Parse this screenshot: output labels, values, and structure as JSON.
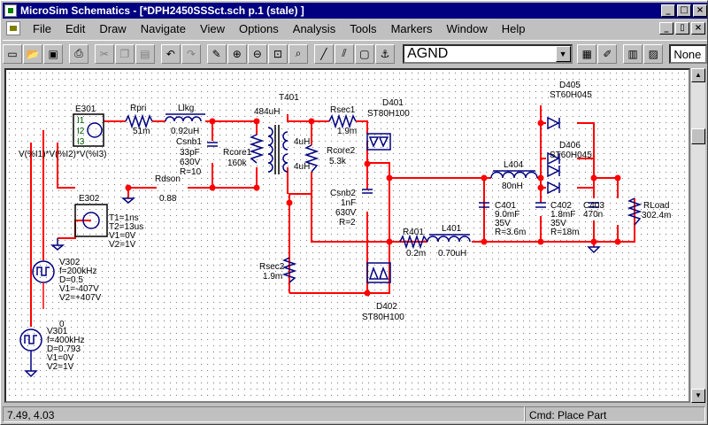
{
  "window": {
    "title": "MicroSim Schematics - [*DPH2450SSSct.sch  p.1 (stale)  ]",
    "title_buttons": [
      "_",
      "□",
      "×"
    ],
    "doc_buttons": [
      "_",
      "▯",
      "×"
    ]
  },
  "menu": {
    "items": [
      "File",
      "Edit",
      "Draw",
      "Navigate",
      "View",
      "Options",
      "Analysis",
      "Tools",
      "Markers",
      "Window",
      "Help"
    ]
  },
  "toolbar": {
    "part_combo_value": "AGND",
    "display_value": "None",
    "icons": [
      "new-icon",
      "open-icon",
      "save-icon",
      "print-icon",
      "cut-icon",
      "copy-icon",
      "paste-icon",
      "undo-icon",
      "redo-icon",
      "redraw-icon",
      "zoom-in-icon",
      "zoom-out-icon",
      "zoom-area-icon",
      "zoom-fit-icon",
      "draw-wire-icon",
      "draw-bus-icon",
      "draw-block-icon",
      "get-part-icon",
      "edit-attributes-icon",
      "edit-symbol-icon",
      "setup-icon",
      "simulate-icon"
    ]
  },
  "schematic": {
    "labels": {
      "e301": "E301",
      "i1": "I1",
      "i2": "I2",
      "i3": "I3",
      "e301_expr": "V(%I1)*V(%I2)*V(%I3)",
      "rpri": "Rpri",
      "rpri_val": "51m",
      "llkg": "Llkg",
      "llkg_val": "0.92uH",
      "t401": "T401",
      "t401_val": "484uH",
      "csnb1": "Csnb1",
      "csnb1_v1": "33pF",
      "csnb1_v2": "630V",
      "csnb1_v3": "R=10",
      "rcore1": "Rcore1",
      "rcore1_val": "160k",
      "rdson": "Rdson",
      "rdson_val": "0.88",
      "sec_a": "4uH",
      "sec_b": "4uH",
      "rsec1": "Rsec1",
      "rsec1_val": "1.9m",
      "rcore2": "Rcore2",
      "rcore2_val": "5.3k",
      "csnb2": "Csnb2",
      "csnb2_v1": "1nF",
      "csnb2_v2": "630V",
      "csnb2_v3": "R=2",
      "d401": "D401",
      "d401_val": "ST80H100",
      "d402": "D402",
      "d402_val": "ST80H100",
      "rsec2": "Rsec2",
      "rsec2_val": "1.9m",
      "r401": "R401",
      "r401_val": "0.2m",
      "l401": "L401",
      "l401_val": "0.70uH",
      "l404": "L404",
      "l404_val": "80nH",
      "c401": "C401",
      "c401_v1": "9.0mF",
      "c401_v2": "35V",
      "c401_v3": "R=3.6m",
      "c402": "C402",
      "c402_v1": "1.8mF",
      "c402_v2": "35V",
      "c402_v3": "R=18m",
      "c403": "C403",
      "c403_val": "470n",
      "rload": "RLoad",
      "rload_val": "302.4m",
      "d405": "D405",
      "d405_val": "ST60H045",
      "d406": "D406",
      "d406_val": "ST60H045",
      "e302": "E302",
      "e302_t1": "T1=1ns",
      "e302_t2": "T2=13us",
      "e302_v1": "V1=0V",
      "e302_v2": "V2=1V",
      "v302": "V302",
      "v302_f": "f=200kHz",
      "v302_d": "D=0.5",
      "v302_v1": "V1=-407V",
      "v302_v2": "V2=+407V",
      "v301": "V301",
      "v301_f": "f=400kHz",
      "v301_d": "D=0.793",
      "v301_v1": "V1=0V",
      "v301_v2": "V2=1V",
      "gnd0": "0"
    }
  },
  "status": {
    "coords": "7.49, 4.03",
    "command": "Cmd: Place Part"
  }
}
